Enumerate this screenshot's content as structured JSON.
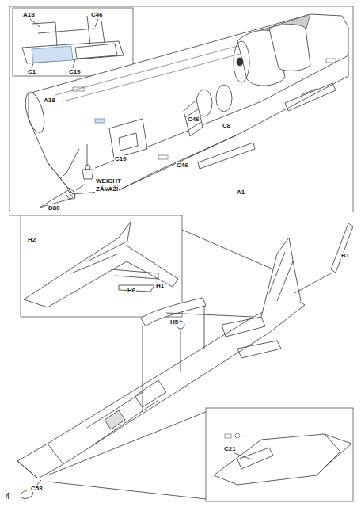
{
  "diagram": {
    "labels": [
      "A18",
      "C46",
      "C1",
      "C16",
      "A18",
      "C16",
      "C46",
      "C8",
      "C46",
      "A1",
      "WEIGHT",
      "ZÁVAŽÍ",
      "D80",
      "H2",
      "H6",
      "H1",
      "H5",
      "B1",
      "C53",
      "C21",
      "4"
    ]
  }
}
